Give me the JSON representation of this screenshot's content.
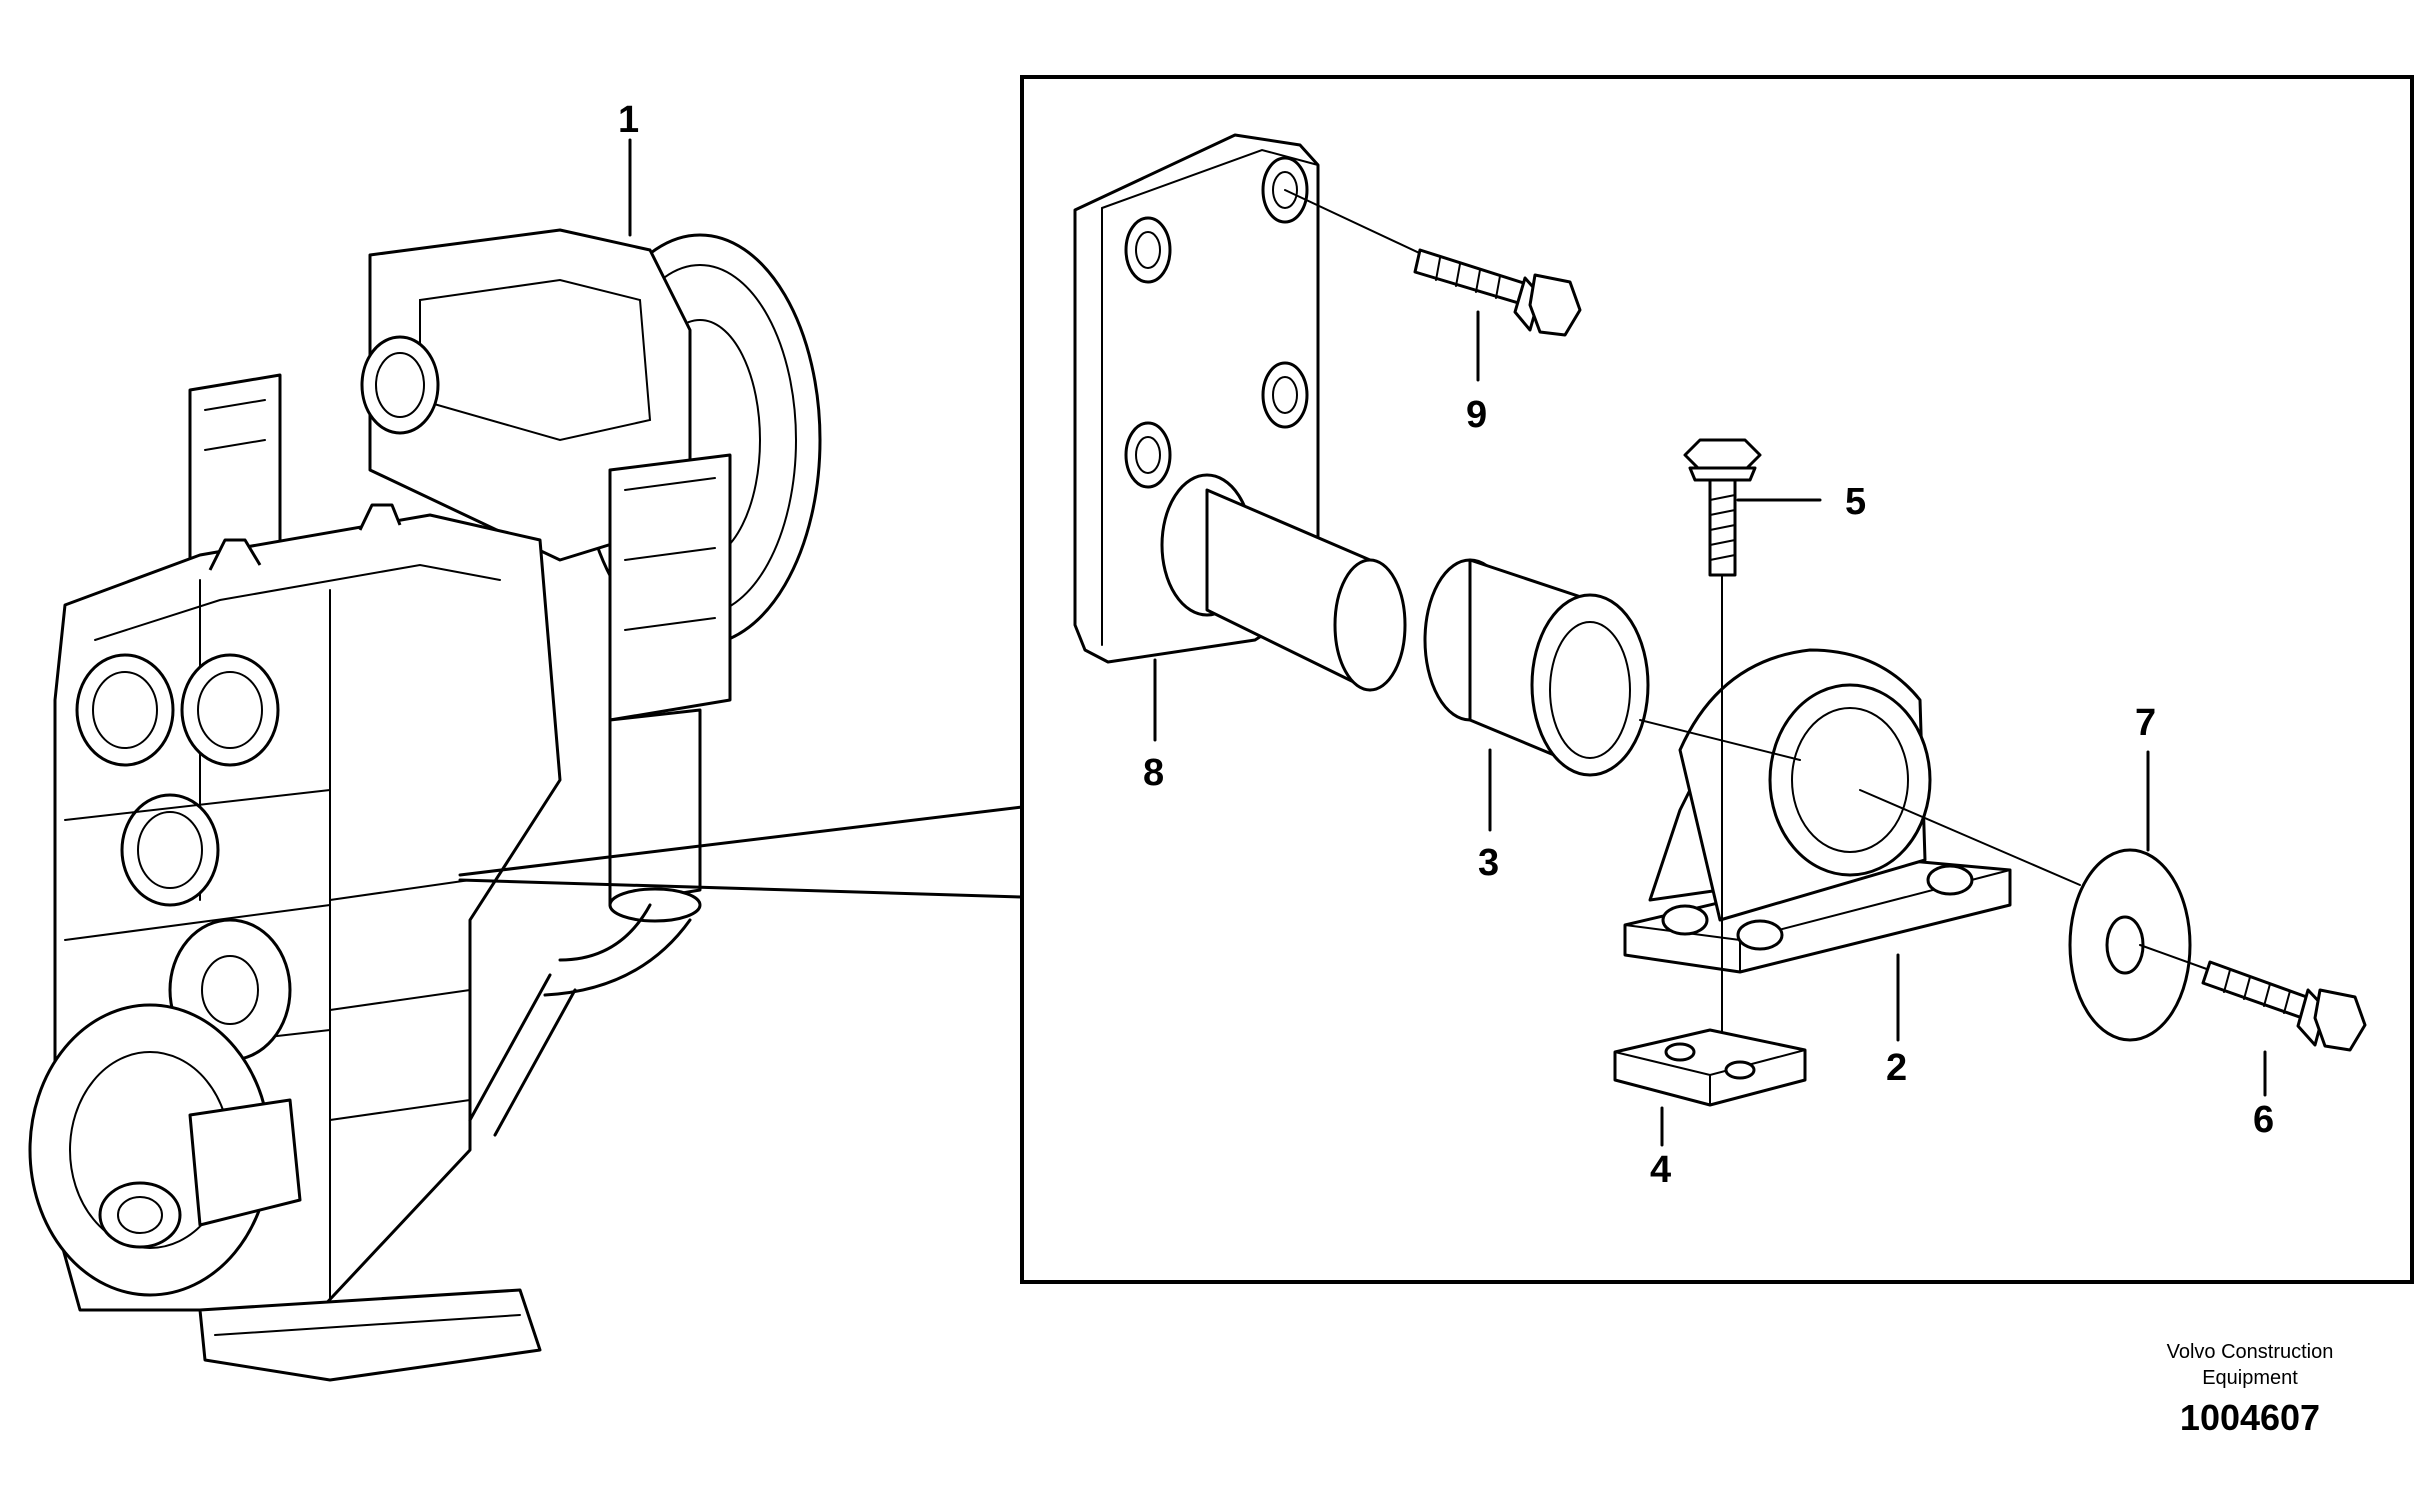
{
  "callouts": {
    "c1": "1",
    "c2": "2",
    "c3": "3",
    "c4": "4",
    "c5": "5",
    "c6": "6",
    "c7": "7",
    "c8": "8",
    "c9": "9"
  },
  "footer": {
    "credit_line1": "Volvo Construction",
    "credit_line2": "Equipment",
    "document_number": "1004607"
  }
}
